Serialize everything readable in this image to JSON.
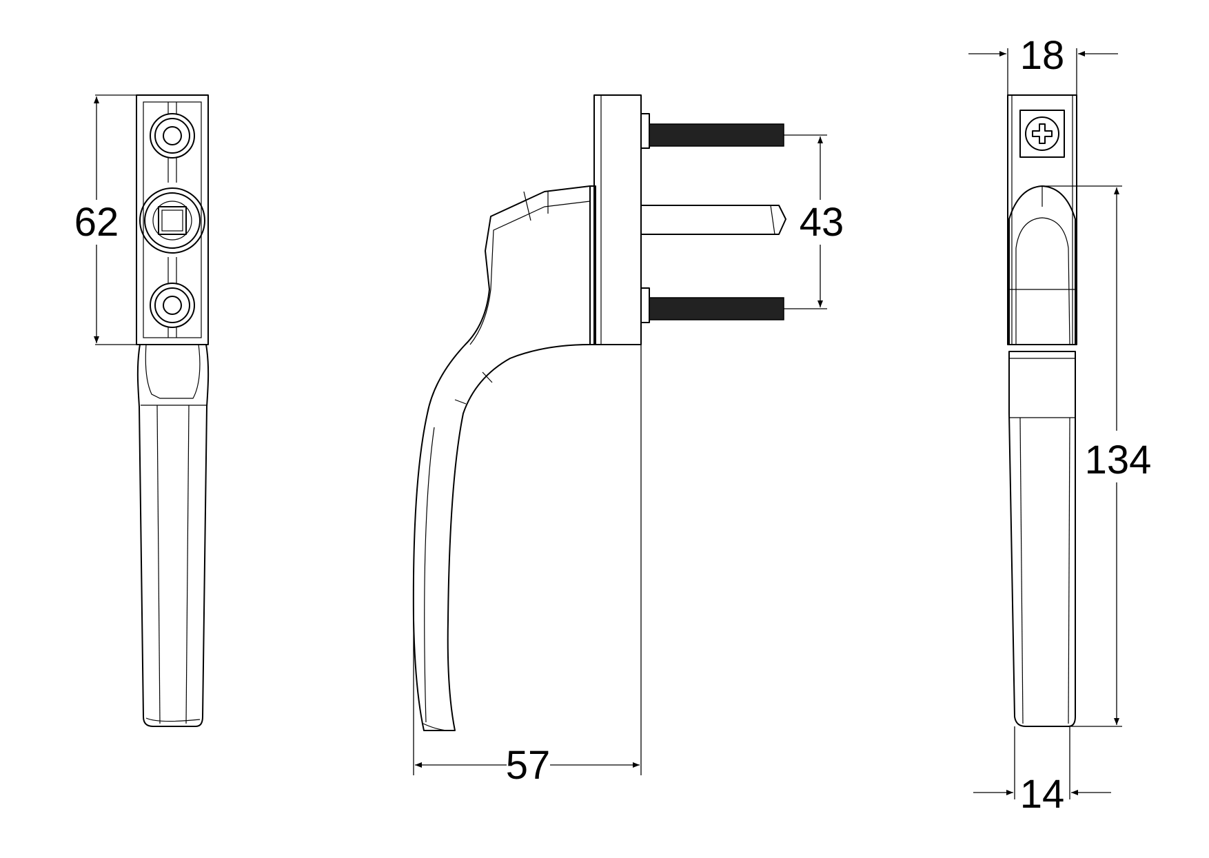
{
  "dimensions": {
    "front_height": "62",
    "screw_spacing": "43",
    "projection": "57",
    "base_width": "18",
    "overall_height": "134",
    "lever_width": "14"
  },
  "colors": {
    "line": "#000000",
    "background": "#ffffff"
  }
}
